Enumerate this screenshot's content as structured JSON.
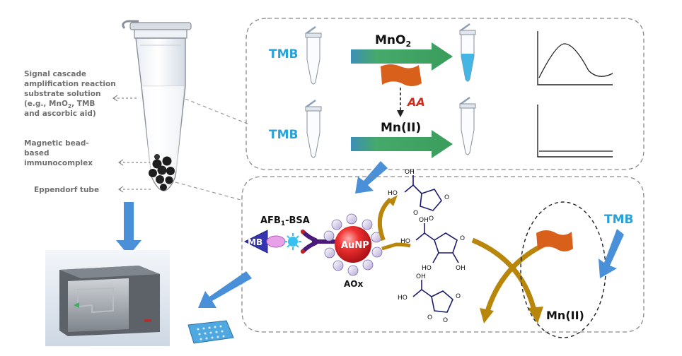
{
  "labels": {
    "substrate_line1": "Signal cascade",
    "substrate_line2": "amplification reaction",
    "substrate_line3": "substrate solution",
    "substrate_line4a": "(e.g., MnO",
    "substrate_line4b": "2",
    "substrate_line4c": ", TMB",
    "substrate_line5": "and ascorbic aid)",
    "bead_line1": "Magnetic bead-",
    "bead_line2": "based",
    "bead_line3": "immunocomplex",
    "tube": "Eppendorf tube"
  },
  "top_panel": {
    "tmb_top": "TMB",
    "tmb_bottom": "TMB",
    "mno2_main": "MnO",
    "mno2_sub": "2",
    "aa": "AA",
    "mn2": "Mn(II)"
  },
  "bottom_panel": {
    "afb_main": "AFB",
    "afb_sub": "1",
    "afb_rest": "-BSA",
    "mb": "MB",
    "aunp": "AuNP",
    "aox": "AOx",
    "tmb": "TMB",
    "mn2": "Mn(II)",
    "atom_oh": "OH",
    "atom_ho": "HO",
    "atom_o": "O"
  },
  "colors": {
    "tmb": "#27a2d8",
    "aa": "#d42a1c",
    "arrow_green": "#3fa864",
    "arrow_blue": "#4a90d8",
    "curve_arrow": "#b8860b",
    "mno2_sheet": "#d9601a",
    "aunp": "#e8202a"
  }
}
